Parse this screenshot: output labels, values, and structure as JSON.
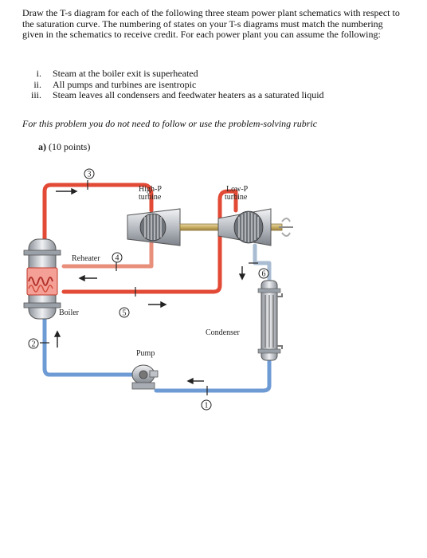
{
  "intro": "Draw the T-s diagram for each of the following three steam power plant schematics with respect to the saturation curve. The numbering of states on your T-s diagrams must match the numbering given in the schematics to receive credit. For each power plant you can assume the following:",
  "assumptions": [
    {
      "num": "i.",
      "text": "Steam at the boiler exit is superheated"
    },
    {
      "num": "ii.",
      "text": "All pumps and turbines are isentropic"
    },
    {
      "num": "iii.",
      "text": "Steam leaves all condensers and feedwater heaters as a saturated liquid"
    }
  ],
  "rubric_note": "For this problem you do not need to follow or use the problem-solving rubric",
  "part_a": {
    "letter": "a)",
    "points": "(10 points)"
  },
  "diagram": {
    "labels": {
      "high_p_line1": "High-P",
      "high_p_line2": "turbine",
      "low_p_line1": "Low-P",
      "low_p_line2": "turbine",
      "reheater": "Reheater",
      "boiler": "Boiler",
      "condenser": "Condenser",
      "pump": "Pump"
    },
    "states": [
      "1",
      "2",
      "3",
      "4",
      "5",
      "6"
    ],
    "colors": {
      "hot": "#e24a36",
      "warm": "#e88f7c",
      "cold": "#6f9bd4",
      "equipment": "#bfc3c8"
    }
  }
}
